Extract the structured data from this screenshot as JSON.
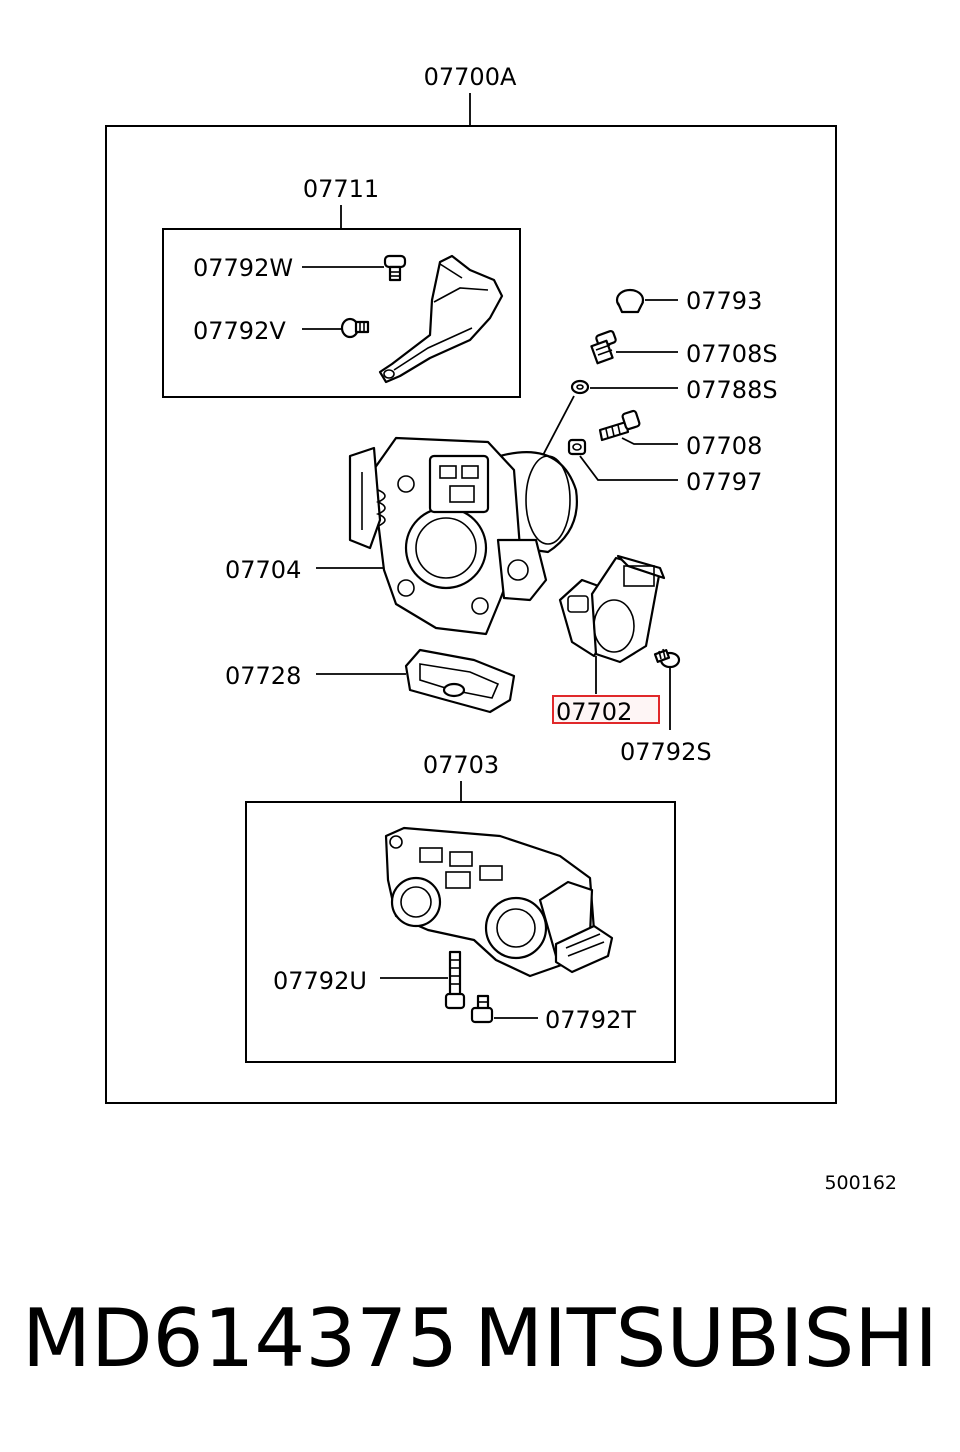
{
  "diagram": {
    "assembly_label": "07700A",
    "labels": {
      "p07711": "07711",
      "p07792W": "07792W",
      "p07792V": "07792V",
      "p07793": "07793",
      "p07708S": "07708S",
      "p07788S": "07788S",
      "p07708": "07708",
      "p07797": "07797",
      "p07704": "07704",
      "p07728": "07728",
      "p07702": "07702",
      "p07792S": "07792S",
      "p07703": "07703",
      "p07792U": "07792U",
      "p07792T": "07792T"
    },
    "highlighted_part": "07702",
    "highlight_color": "#e0282a",
    "diagram_code": "500162"
  },
  "caption": {
    "part_number": "MD614375",
    "brand": "MITSUBISHI"
  }
}
